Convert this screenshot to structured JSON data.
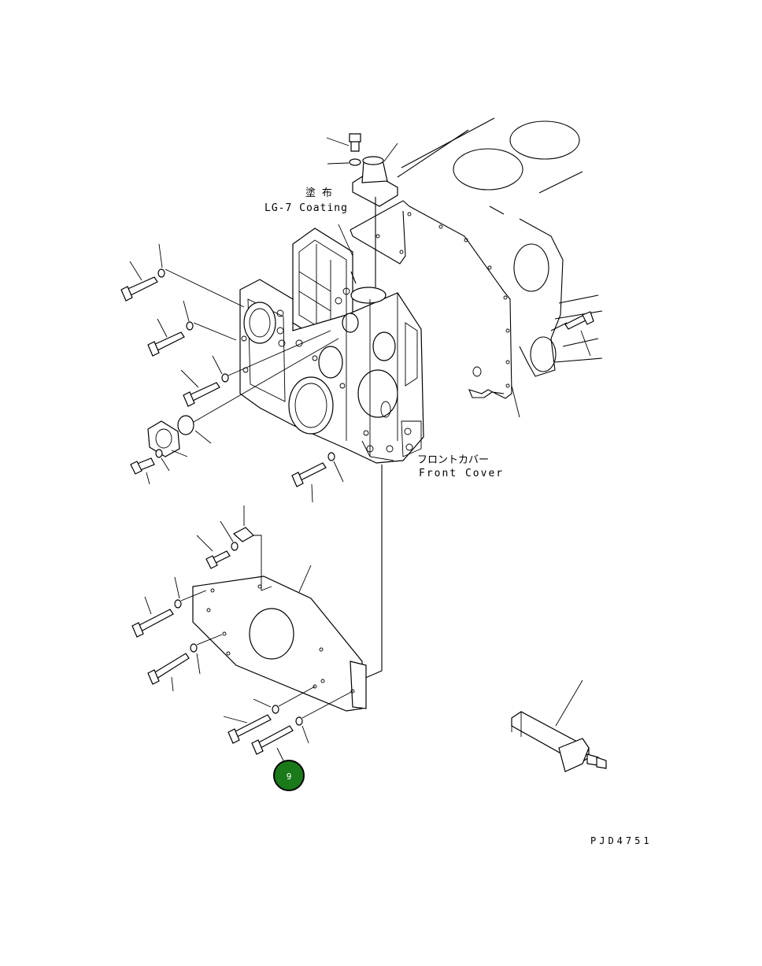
{
  "labels": {
    "coating_jp": "塗 布",
    "coating_en": "LG-7 Coating",
    "front_cover_jp": "フロントカバー",
    "front_cover_en": "Front Cover",
    "drawing_id": "PJD4751"
  },
  "callouts": [
    {
      "number": "9",
      "color": "#1a7a1a"
    }
  ]
}
